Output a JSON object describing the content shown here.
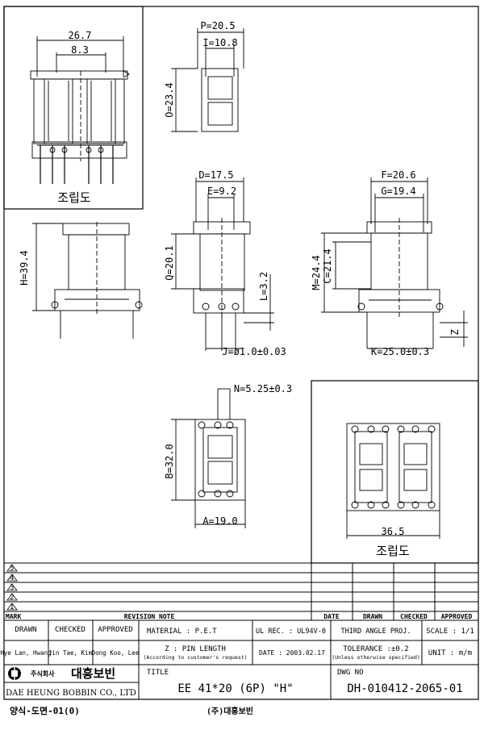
{
  "views": {
    "assembly_top": {
      "dim_p1": "26.7",
      "dim_p2": "8.3",
      "caption": "조립도"
    },
    "side_top": {
      "dim_p": "P=20.5",
      "dim_i": "I=10.8",
      "dim_o": "O=23.4"
    },
    "front": {
      "dim_h": "H=39.4"
    },
    "middle": {
      "dim_d": "D=17.5",
      "dim_e": "E=9.2",
      "dim_q": "Q=20.1",
      "dim_l": "L=3.2",
      "dim_j": "J=ø1.0±0.03"
    },
    "right": {
      "dim_f": "F=20.6",
      "dim_g": "G=19.4",
      "dim_m": "M=24.4",
      "dim_c": "C=21.4",
      "dim_n": "Z",
      "dim_k": "K=25.0±0.3"
    },
    "bottom": {
      "dim_n": "N=5.25±0.3",
      "dim_b": "B=32.0",
      "dim_a": "A=19.0"
    },
    "assembly_bottom": {
      "dim": "36.5",
      "caption": "조립도"
    }
  },
  "title_block": {
    "revision_marks": [
      "5",
      "4",
      "3",
      "2",
      "1"
    ],
    "header": {
      "mark": "MARK",
      "note": "REVISION NOTE",
      "date": "DATE",
      "drawn": "DRAWN",
      "checked": "CHECKED",
      "approved": "APPROVED"
    },
    "sign_header": {
      "drawn": "DRAWN",
      "checked": "CHECKED",
      "approved": "APPROVED"
    },
    "signers": {
      "drawn": "Hye Lan, Hwang",
      "checked": "Jin Tae, Kim",
      "approved": "Dong Koo, Lee"
    },
    "material": "MATERIAL : P.E.T",
    "ul_rec": "UL REC. : UL94V-0",
    "third_angle": "THIRD ANGLE PROJ.",
    "scale": "SCALE : 1/1",
    "z_note": "Z : PIN LENGTH",
    "z_note_sub": "(According to customer's request)",
    "date": "DATE : 2003.02.17",
    "tolerance": "TOLERANCE :±0.2",
    "tolerance_sub": "(Unless otherwise specified)",
    "unit": "UNIT : m/m",
    "company_ko_small": "주식회사",
    "company_ko": "대흥보빈",
    "company_en": "DAE HEUNG BOBBIN CO., LTD",
    "title_label": "TITLE",
    "title": "EE 41*20 (6P) \"H\"",
    "dwg_label": "DWG NO",
    "dwg_no": "DH-010412-2065-01"
  },
  "footer": {
    "left": "양식-도면-01(0)",
    "center": "(주)대흥보빈"
  }
}
